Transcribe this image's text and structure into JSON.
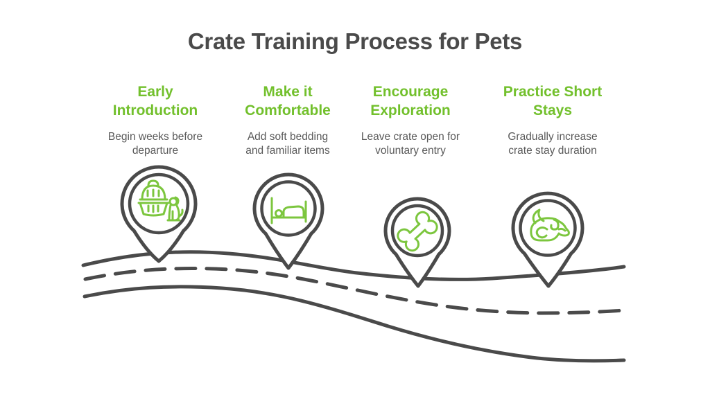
{
  "title": "Crate Training Process for Pets",
  "colors": {
    "accent-green": "#72c02c",
    "icon-green": "#7cc63e",
    "dark": "#4a4a4a",
    "text-gray": "#595959"
  },
  "steps": [
    {
      "title_lines": [
        "Early",
        "Introduction"
      ],
      "desc_lines": [
        "Begin weeks before",
        "departure"
      ],
      "icon": "pet-carrier-dog-icon"
    },
    {
      "title_lines": [
        "Make it",
        "Comfortable"
      ],
      "desc_lines": [
        "Add soft bedding",
        "and familiar items"
      ],
      "icon": "pet-bed-icon"
    },
    {
      "title_lines": [
        "Encourage",
        "Exploration"
      ],
      "desc_lines": [
        "Leave crate open for",
        "voluntary entry"
      ],
      "icon": "bone-icon"
    },
    {
      "title_lines": [
        "Practice Short",
        "Stays"
      ],
      "desc_lines": [
        "Gradually increase",
        "crate stay duration"
      ],
      "icon": "sleeping-dog-icon"
    }
  ],
  "decorations": {
    "road": "winding road with dashed center line",
    "markers": "four map-pin location markers on the road"
  }
}
